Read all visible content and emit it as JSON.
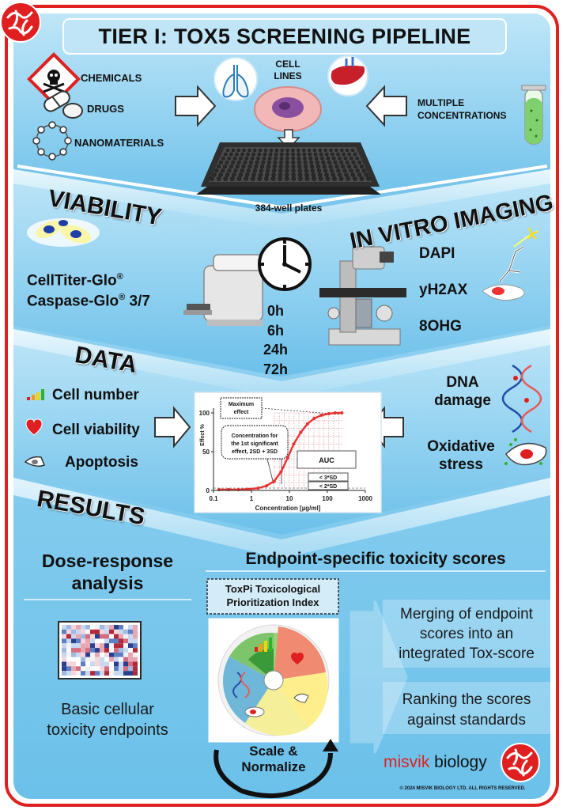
{
  "title": "TIER I: TOX5 SCREENING PIPELINE",
  "inputs": {
    "chemicals": "CHEMICALS",
    "drugs": "DRUGS",
    "nanomaterials": "NANOMATERIALS",
    "cell_lines_1": "CELL",
    "cell_lines_2": "LINES",
    "multiple_1": "MULTIPLE",
    "multiple_2": "CONCENTRATIONS",
    "plates": "384-well plates"
  },
  "viability": {
    "heading": "VIABILITY",
    "assay1": "CellTiter-Glo",
    "assay2_a": "Caspase-Glo",
    "assay2_b": " 3/7",
    "reg": "®"
  },
  "timepoints": [
    "0h",
    "6h",
    "24h",
    "72h"
  ],
  "imaging": {
    "heading": "IN VITRO IMAGING",
    "markers": [
      "DAPI",
      "yH2AX",
      "8OHG"
    ]
  },
  "data": {
    "heading": "DATA",
    "cell_number": "Cell number",
    "cell_viability": "Cell viability",
    "apoptosis": "Apoptosis",
    "dna_1": "DNA",
    "dna_2": "damage",
    "ox_1": "Oxidative",
    "ox_2": "stress"
  },
  "chart_data": {
    "type": "line",
    "xlabel": "Concentration [µg/ml]",
    "ylabel": "Effect %",
    "xscale": "log",
    "xlim": [
      0.1,
      1000
    ],
    "ylim": [
      0,
      100
    ],
    "xticks": [
      "0.1",
      "1",
      "10",
      "100",
      "1000"
    ],
    "yticks": [
      "0",
      "50",
      "100"
    ],
    "series": [
      {
        "x": [
          0.14,
          0.25,
          0.45,
          0.8,
          1.5,
          2.5,
          4,
          6,
          9,
          13,
          20,
          30,
          45,
          70,
          110,
          160,
          240
        ],
        "y": [
          1,
          1,
          1,
          1.5,
          3,
          6,
          12,
          24,
          42,
          60,
          75,
          86,
          93,
          97,
          99,
          100,
          100
        ]
      }
    ],
    "annotations": {
      "max_effect_1": "Maximum",
      "max_effect_2": "effect",
      "conc_1": "Concentration for",
      "conc_2": "the 1st significant",
      "conc_3": "effect, 2SD + 3SD",
      "auc": "AUC",
      "sd3": "< 3*SD",
      "sd2": "< 2*SD"
    }
  },
  "results": {
    "heading": "RESULTS",
    "dose_1": "Dose-response",
    "dose_2": "analysis",
    "endpoint": "Endpoint-specific toxicity scores",
    "toxpi_1": "ToxPi Toxicological",
    "toxpi_2": "Prioritization Index",
    "basic_1": "Basic cellular",
    "basic_2": "toxicity endpoints",
    "merge_1": "Merging of endpoint",
    "merge_2": "scores into an",
    "merge_3": "integrated Tox-score",
    "rank_1": "Ranking the scores",
    "rank_2": "against standards",
    "scale_1": "Scale &",
    "scale_2": "Normalize"
  },
  "brand": {
    "misvik": "misvik",
    "biology": " biology",
    "copyright": "© 2024 MISVIK BIOLOGY LTD. ALL RIGHTS RESERVED."
  },
  "colors": {
    "frame_red": "#e02020",
    "band_blue": "#8fd0ef",
    "light_blue": "#cdeefb",
    "curve_red": "#e8322f",
    "grid_red": "#e88c98"
  }
}
